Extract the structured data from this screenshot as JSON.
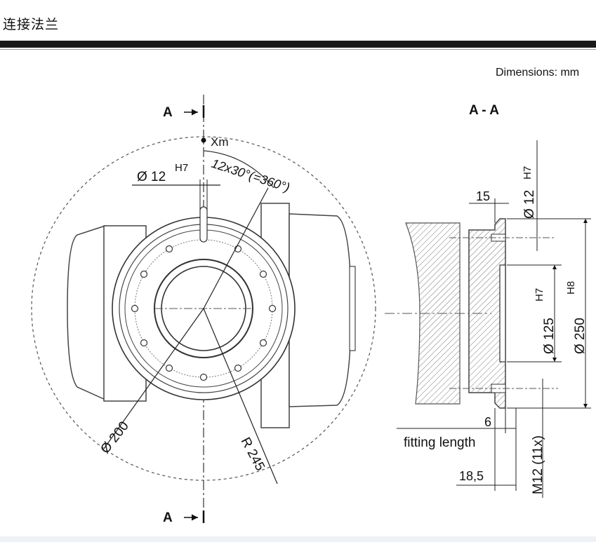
{
  "header": {
    "title": "连接法兰"
  },
  "drawing": {
    "units_note": "Dimensions: mm",
    "front_view": {
      "section_label_top": "A",
      "section_label_bottom": "A",
      "xm_label": "Xm",
      "pin_hole_diameter": "Ø 12",
      "pin_hole_tolerance": "H7",
      "bolt_pattern": "12x30°(=360°)",
      "bolt_circle_diameter": "Ø 200",
      "radius": "R 245"
    },
    "section_view": {
      "title": "A - A",
      "dim_15": "15",
      "pin_hole_diameter": "Ø 12",
      "pin_hole_tolerance": "H7",
      "bore_diameter": "Ø 125",
      "bore_tolerance": "H7",
      "outer_diameter": "Ø 250",
      "outer_tolerance": "H8",
      "dim_6": "6",
      "fitting_length": "fitting length",
      "dim_18_5": "18,5",
      "thread": "M12 (11x)"
    }
  }
}
